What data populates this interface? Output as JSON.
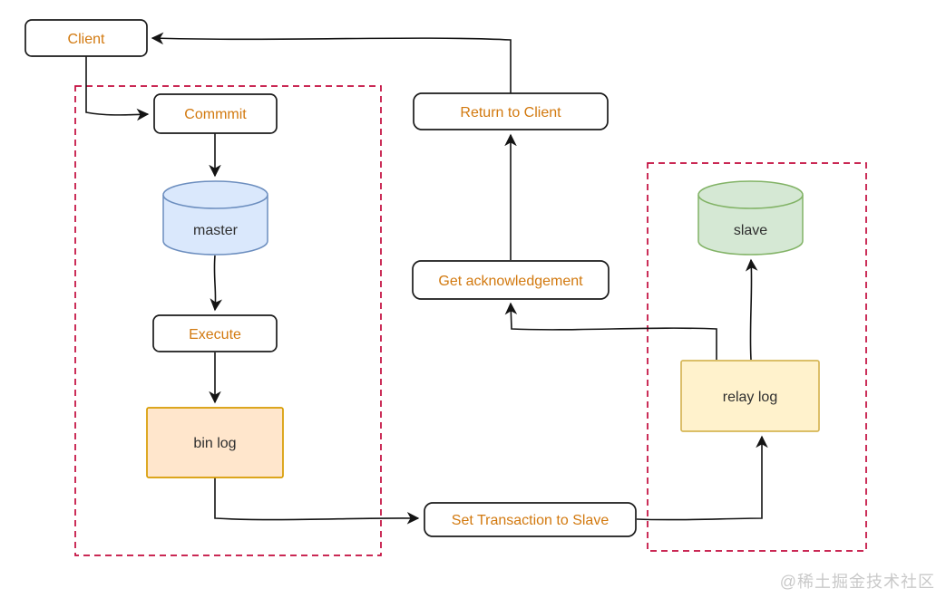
{
  "diagram": {
    "nodes": {
      "client": {
        "label": "Client"
      },
      "commit": {
        "label": "Commmit"
      },
      "master_db": {
        "label": "master"
      },
      "execute": {
        "label": "Execute"
      },
      "bin_log": {
        "label": "bin log"
      },
      "return_to_client": {
        "label": "Return to Client"
      },
      "get_acknowledgement": {
        "label": "Get acknowledgement"
      },
      "set_transaction": {
        "label": "Set  Transaction to Slave"
      },
      "slave_db": {
        "label": "slave"
      },
      "relay_log": {
        "label": "relay log"
      }
    },
    "colors": {
      "action_text": "#d2790f",
      "storage_text": "#2f2f2f",
      "box_border": "#1a1a1a",
      "connector": "#141414",
      "group_border": "#c20a3c",
      "master_fill": "#dae8fc",
      "master_stroke": "#6c8ebf",
      "slave_fill": "#d5e8d4",
      "slave_stroke": "#82b366",
      "bin_log_fill": "#ffe6cc",
      "bin_log_stroke": "#d79b00",
      "relay_log_fill": "#fff2cc",
      "relay_log_stroke": "#d6b656"
    }
  },
  "watermark": {
    "text": "@稀土掘金技术社区",
    "color": "#c9c9c9"
  }
}
